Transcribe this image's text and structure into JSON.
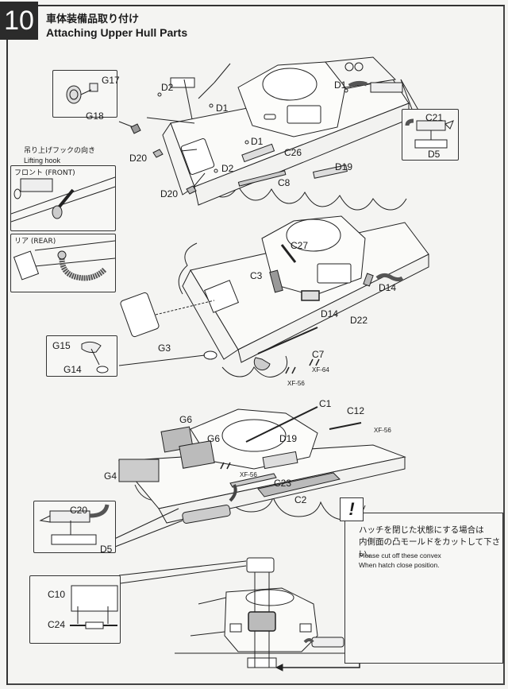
{
  "step": {
    "number": "10",
    "title_jp": "車体装備品取り付け",
    "title_en": "Attaching Upper Hull Parts"
  },
  "insets": {
    "g17_g18": {
      "labels": [
        "G17",
        "G18"
      ]
    },
    "lifting_hook": {
      "caption_jp": "吊り上げフックの向き",
      "caption_en": "Lifting hook",
      "front_label": "フロント (FRONT)",
      "rear_label": "リア (REAR)"
    },
    "c21_d5": {
      "labels": [
        "C21",
        "D5"
      ]
    },
    "g15_g14": {
      "labels": [
        "G15",
        "G14"
      ]
    },
    "c20_d5": {
      "labels": [
        "C20",
        "D5"
      ]
    },
    "c10_c24": {
      "labels": [
        "C10",
        "C24"
      ]
    }
  },
  "diagram1_labels": {
    "d2_top": "D2",
    "d1_left": "D1",
    "d1_right": "D1",
    "d1_mid": "D1",
    "c26": "C26",
    "d20_a": "D20",
    "d20_b": "D20",
    "d2_mid": "D2",
    "c8": "C8",
    "d19": "D19"
  },
  "diagram2_labels": {
    "c27": "C27",
    "c3": "C3",
    "d14_right": "D14",
    "d14_mid": "D14",
    "d22": "D22",
    "g3": "G3",
    "c7": "C7",
    "paint1": "XF-64",
    "paint2": "XF-56"
  },
  "diagram3_labels": {
    "c1": "C1",
    "c12": "C12",
    "paint_c12": "XF-56",
    "g6_a": "G6",
    "g6_b": "G6",
    "d19": "D19",
    "g4": "G4",
    "paint_mid": "XF-56",
    "c23": "C23",
    "c2": "C2"
  },
  "note": {
    "icon": "exclamation-icon",
    "symbol": "!",
    "text_jp_line1": "ハッチを閉じた状態にする場合は",
    "text_jp_line2": "内側面の凸モールドをカットして下さい。",
    "text_en_line1": "Please cut off these convex",
    "text_en_line2": "When hatch close position."
  }
}
